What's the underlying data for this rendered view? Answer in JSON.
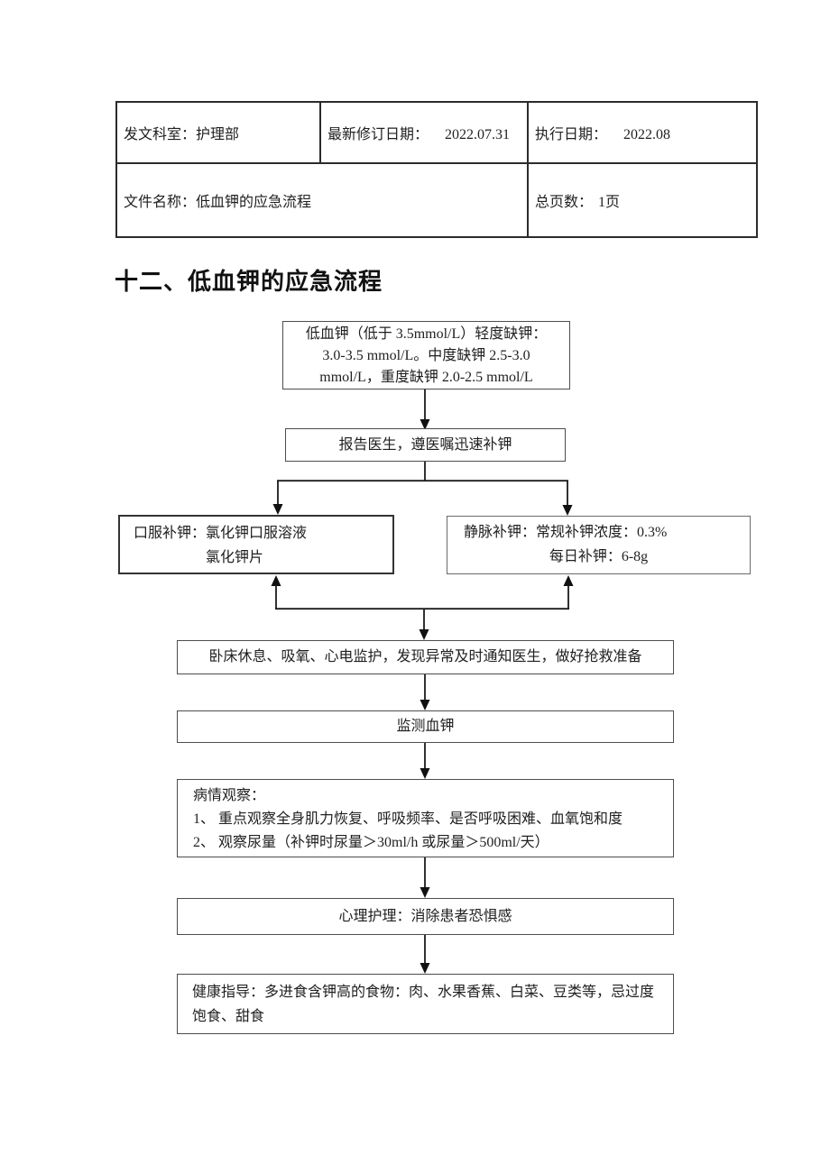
{
  "document": {
    "header_table": {
      "dept_label": "发文科室：",
      "dept_value": "护理部",
      "revision_label": "最新修订日期：",
      "revision_value": "2022.07.31",
      "effective_label": "执行日期：",
      "effective_value": "2022.08",
      "filename_label": "文件名称：",
      "filename_value": "低血钾的应急流程",
      "pages_label": "总页数：",
      "pages_value": "1页"
    },
    "section_title": "十二、低血钾的应急流程",
    "flowchart": {
      "definition": {
        "line1": "低血钾（低于 3.5mmol/L）轻度缺钾：",
        "line2": "3.0-3.5 mmol/L。中度缺钾 2.5-3.0",
        "line3": "mmol/L，重度缺钾 2.0-2.5 mmol/L"
      },
      "report": "报告医生，遵医嘱迅速补钾",
      "oral": {
        "line1": "口服补钾：氯化钾口服溶液",
        "line2": "氯化钾片"
      },
      "iv": {
        "line1": "静脉补钾：常规补钾浓度：0.3%",
        "line2": "每日补钾：6-8g"
      },
      "care": "卧床休息、吸氧、心电监护，发现异常及时通知医生，做好抢救准备",
      "monitor": "监测血钾",
      "observe": {
        "line1": "病情观察：",
        "line2": "1、 重点观察全身肌力恢复、呼吸频率、是否呼吸困难、血氧饱和度",
        "line3": "2、 观察尿量（补钾时尿量＞30ml/h 或尿量＞500ml/天）"
      },
      "psych": "心理护理：消除患者恐惧感",
      "health": "健康指导：多进食含钾高的食物：肉、水果香蕉、白菜、豆类等，忌过度饱食、甜食"
    }
  }
}
